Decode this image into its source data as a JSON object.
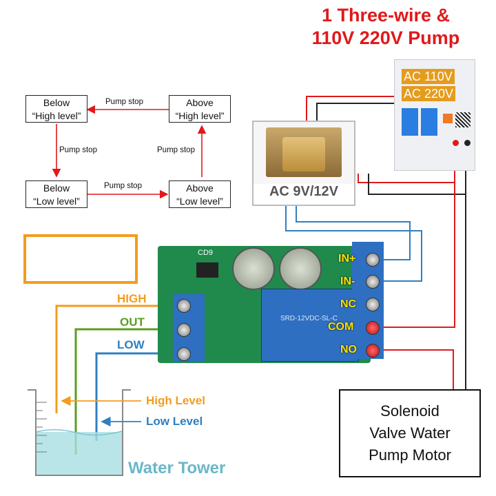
{
  "title": {
    "line1": "1 Three-wire &",
    "line2": "110V 220V Pump"
  },
  "flow": {
    "box_below_high": {
      "line1": "Below",
      "line2": "“High level”"
    },
    "box_above_high": {
      "line1": "Above",
      "line2": "“High level”"
    },
    "box_below_low": {
      "line1": "Below",
      "line2": "“Low level”"
    },
    "box_above_low": {
      "line1": "Above",
      "line2": "“Low level”"
    },
    "arrow_top": "Pump stop",
    "arrow_left": "Pump stop",
    "arrow_right": "Pump stop",
    "arrow_bottom": "Pump stop"
  },
  "transformer": {
    "label": "AC 9V/12V"
  },
  "breaker": {
    "label1": "AC 110V",
    "label2": "AC 220V"
  },
  "board": {
    "chip_label": "CD9",
    "relay_text": "SRD-12VDC-SL-C",
    "terminals_right": [
      "IN+",
      "IN-",
      "NC",
      "COM",
      "NO"
    ],
    "terminals_left_silk": [
      "HIGH",
      "OUT",
      "LOW"
    ]
  },
  "wires": {
    "high": "HIGH",
    "out": "OUT",
    "low": "LOW"
  },
  "tank": {
    "high_level": "High Level",
    "low_level": "Low Level",
    "name": "Water Tower"
  },
  "load": {
    "line1": "Solenoid",
    "line2": "Valve Water",
    "line3": "Pump Motor"
  },
  "colors": {
    "red": "#e0191b",
    "orange": "#f39c1e",
    "green": "#5a9e1e",
    "blue": "#2f7fc0",
    "tank_blue": "#6ab7c9",
    "board_green": "#1f8a4c"
  }
}
